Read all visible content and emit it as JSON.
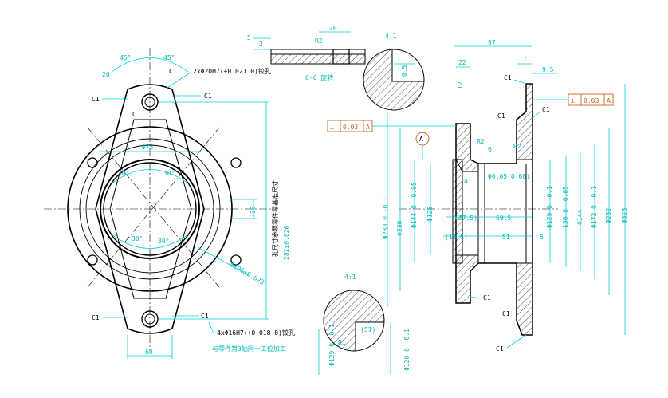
{
  "front": {
    "dim_45a": "45°",
    "dim_45b": "45°",
    "dim_20": "20",
    "label_c_top": "C",
    "label_c_mid": "C",
    "hole_spec": "2xΦ20H7(+0.021 0)铰孔",
    "chamfer_c1_tl": "C1",
    "chamfer_c1_tr": "C1",
    "chamfer_c1_bl": "C1",
    "chamfer_c1_br": "C1",
    "dim_phi_inner": "Φ75",
    "angle_30a": "30°",
    "angle_30b": "30°",
    "angle_30c": "30°",
    "angle_30d": "30°",
    "dim_30": "30",
    "dim_282": "282±0.026",
    "dim_phi296": "Φ296±0.023",
    "note_vertical": "孔尺寸参照零件零基准尺寸",
    "bottom_hole_spec": "4xΦ16H7(+0.018 0)铰孔",
    "bottom_note": "与零件第3轴同一工位加工",
    "dim_60": "60"
  },
  "section_cc": {
    "title": "C-C 旋转",
    "dim_5": "5",
    "dim_2": "2",
    "dim_20": "20",
    "dim_r2": "R2"
  },
  "detail_top": {
    "scale": "4:1",
    "dim_05": "0.5"
  },
  "detail_bottom": {
    "scale": "4:1",
    "dim_51": "(51)",
    "dim_r_small": "R1",
    "dim_phi120": "Φ120 0 -0.1",
    "dim_phi129": "Φ129 0 -0.1"
  },
  "side": {
    "dim_97": "97",
    "dim_22": "22",
    "dim_17": "17",
    "dim_95": "9.5",
    "dim_12": "12",
    "tol_top": "0.03",
    "tol_top_datum": "A",
    "tol_left": "0.03",
    "tol_left_datum": "A",
    "datum_a": "A",
    "chamfer_c1_a": "C1",
    "chamfer_c1_b": "C1",
    "chamfer_c1_c": "C1",
    "chamfer_c1_d": "C1",
    "chamfer_c1_e": "C1",
    "chamfer_c1_f": "C1",
    "dim_r2a": "R2",
    "dim_r2b": "R2",
    "dim_6": "6",
    "dim_4": "4",
    "dim_phi230": "Φ230 0 -0.1",
    "dim_phi230b": "Φ230",
    "dim_phi144": "Φ144 0 -0.05",
    "dim_phi125": "Φ125",
    "dim_375": "(37.5)",
    "dim_695": "69.5",
    "dim_135": "(13.5)",
    "dim_51": "51",
    "dim_5": "5",
    "dim_phi129": "Φ129 0 -0.1",
    "dim_phi130": "130 0 -0.05",
    "dim_phi144b": "Φ144",
    "dim_phi172": "Φ172 0 -0.1",
    "dim_phi232": "Φ232",
    "dim_phi326": "Φ326",
    "dim_small": "Φ0.05(0.08)"
  }
}
